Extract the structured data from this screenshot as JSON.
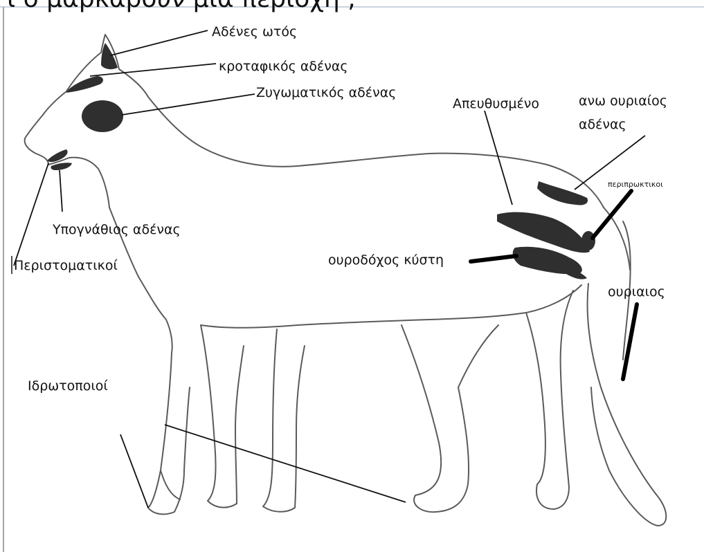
{
  "header": {
    "cut_title": "ί ο μαρκάρουν μια περιοχή ;"
  },
  "labels": {
    "ear_glands": "Αδένες ωτός",
    "temporal_gland": "κροταφικός αδένας",
    "zygomatic_gland": "Ζυγωματικός αδένας",
    "rectum": "Απευθυσμένο",
    "upper_tail_gland_line1": "ανω ουριαίος",
    "upper_tail_gland_line2": "αδένας",
    "perianal": "περιπρωκτικοι",
    "submandibular_gland": "Υπογνάθιος αδένας",
    "perioral": "Περιστοματικοί",
    "urinary_bladder": "ουροδόχος κύστη",
    "caudal": "ουριαιος",
    "sweat_glands": "Ιδρωτοποιοί"
  }
}
